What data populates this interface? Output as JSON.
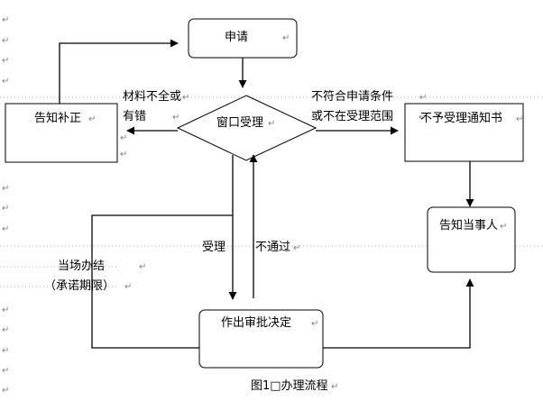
{
  "diagram": {
    "nodes": {
      "apply": "申请",
      "window": "窗口受理",
      "notify_fix": "告知补正",
      "reject_notice": "不予受理通知书",
      "notify_party": "告知当事人",
      "decision": "作出审批决定"
    },
    "edge_labels": {
      "incomplete_line1": "材料不全或",
      "incomplete_line2": "有错",
      "not_meet_line1": "不符合申请条件",
      "not_meet_line2": "或不在受理范围",
      "accept": "受理",
      "not_pass": "不通过",
      "onsite_line1": "当场办结",
      "onsite_line2": "（承诺期限）"
    },
    "caption": "图1□办理流程"
  },
  "colors": {
    "stroke": "#000000",
    "guide": "#b0b0b0",
    "mark": "#808080"
  },
  "marks": {
    "paragraph": "↵"
  }
}
